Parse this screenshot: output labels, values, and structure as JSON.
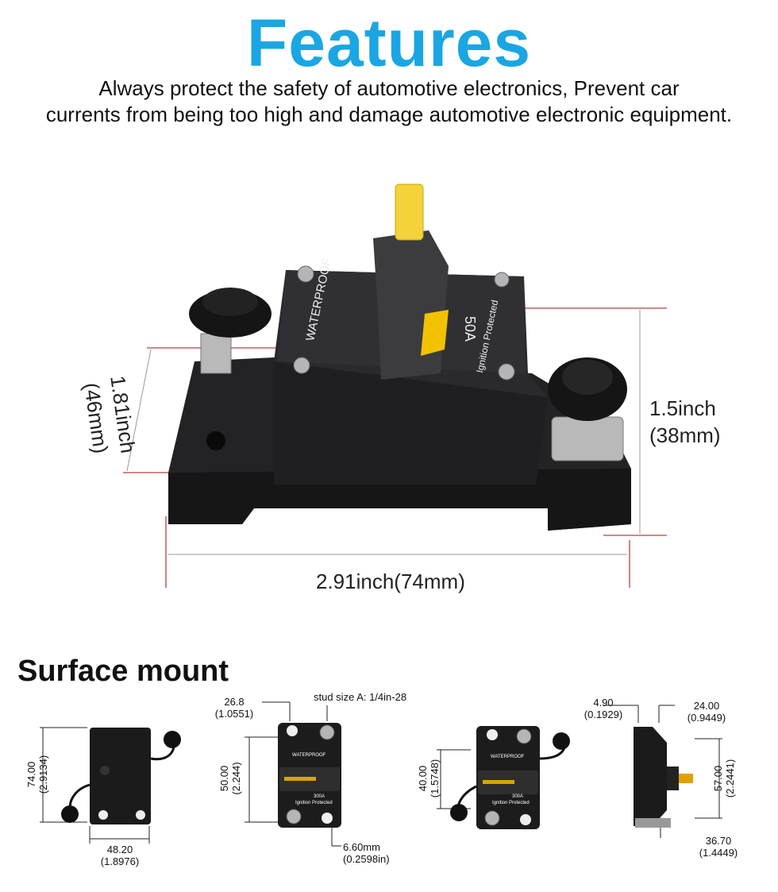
{
  "header": {
    "title": "Features",
    "subtitle_line1": "Always protect the safety of automotive electronics, Prevent car",
    "subtitle_line2": "currents from being too high and damage automotive electronic equipment."
  },
  "product": {
    "label_waterproof": "WATERPROOF",
    "label_rating": "50A",
    "label_ignition": "Ignition Protected",
    "dim_depth_inch": "1.81inch",
    "dim_depth_mm": "(46mm)",
    "dim_height_inch": "1.5inch",
    "dim_height_mm": "(38mm)",
    "dim_width": "2.91inch(74mm)"
  },
  "surface_mount": {
    "heading": "Surface mount",
    "fig1": {
      "height_mm": "74.00",
      "height_in": "(2.9134)",
      "width_mm": "48.20",
      "width_in": "(1.8976)"
    },
    "fig2": {
      "top_mm": "26.8",
      "top_in": "(1.0551)",
      "stud": "stud size A: 1/4in-28",
      "height_mm": "50.00",
      "height_in": "(2.244)",
      "hole_mm": "6.60mm",
      "hole_in": "(0.2598in)",
      "label_waterproof": "WATERPROOF",
      "label_rating": "300A",
      "label_ignition": "Ignition Protected"
    },
    "fig3": {
      "height_mm": "40.00",
      "height_in": "(1.5748)",
      "label_waterproof": "WATERPROOF",
      "label_rating": "300A",
      "label_ignition": "Ignition Protected"
    },
    "fig4": {
      "a_mm": "4.90",
      "a_in": "(0.1929)",
      "b_mm": "24.00",
      "b_in": "(0.9449)",
      "c_mm": "57.00",
      "c_in": "(2.2441)",
      "d_mm": "36.70",
      "d_in": "(1.4449)"
    }
  }
}
